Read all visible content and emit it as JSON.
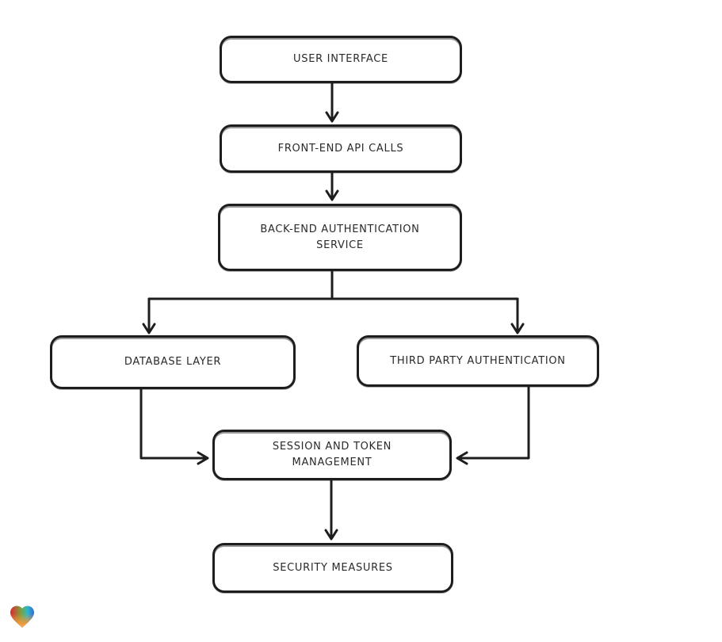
{
  "colors": {
    "background": "#ffffff",
    "stroke": "#1d1d1d",
    "node_fill": "#ffffff",
    "heart_red": "#e32430",
    "heart_green": "#79a43d",
    "heart_teal": "#2fb7c9",
    "heart_blue": "#3668d8",
    "heart_orange": "#f2993b"
  },
  "nodes": {
    "user_interface": {
      "label": "USER INTERFACE"
    },
    "front_end_api_calls": {
      "label": "FRONT-END API CALLS"
    },
    "back_end_authentication_service": {
      "label": "BACK-END AUTHENTICATION SERVICE"
    },
    "database_layer": {
      "label": "DATABASE LAYER"
    },
    "third_party_authentication": {
      "label": "THIRD PARTY AUTHENTICATION"
    },
    "session_and_token_management": {
      "label": "SESSION AND TOKEN MANAGEMENT"
    },
    "security_measures": {
      "label": "SECURITY MEASURES"
    }
  },
  "edges": [
    {
      "from": "user_interface",
      "to": "front_end_api_calls"
    },
    {
      "from": "front_end_api_calls",
      "to": "back_end_authentication_service"
    },
    {
      "from": "back_end_authentication_service",
      "to": "database_layer"
    },
    {
      "from": "back_end_authentication_service",
      "to": "third_party_authentication"
    },
    {
      "from": "database_layer",
      "to": "session_and_token_management"
    },
    {
      "from": "third_party_authentication",
      "to": "session_and_token_management"
    },
    {
      "from": "session_and_token_management",
      "to": "security_measures"
    }
  ],
  "footer": {
    "logo_icon": "heart-gradient-logo"
  }
}
